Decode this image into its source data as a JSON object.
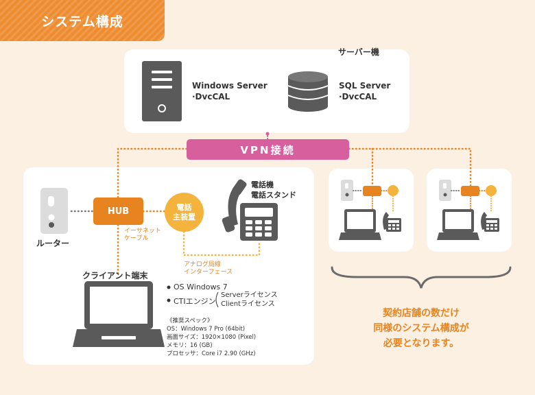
{
  "title": "システム構成",
  "server": {
    "label": "サーバー機",
    "windows_server": [
      "Windows Server",
      "·DvcCAL"
    ],
    "sql_server": [
      "SQL Server",
      "·DvcCAL"
    ]
  },
  "vpn": "VPN接続",
  "router": "ルーター",
  "hub": "HUB",
  "ethernet": [
    "イーサネット",
    "ケーブル"
  ],
  "pbx": [
    "電話",
    "主装置"
  ],
  "phone": [
    "電話機",
    "電話スタンド"
  ],
  "analog": [
    "アナログ局線",
    "インターフェース"
  ],
  "client": {
    "label": "クライアント端末",
    "os": "OS Windows 7",
    "cti": "CTIエンジン",
    "licenses": [
      "Serverライセンス",
      "Clientライセンス"
    ],
    "spec_lines": [
      "《推奨スペック》",
      "OS：Windows 7 Pro (64bit)",
      "画面サイズ：1920×1080 (Pixel)",
      "メモリ：16 (GB)",
      "プロセッサ：Core i7 2.90 (GHz)"
    ]
  },
  "caption": [
    "契約店舗の数だけ",
    "同様のシステム構成が",
    "必要となります。"
  ],
  "colors": {
    "orange": "#e8841f",
    "pink": "#d85f9d",
    "yellow": "#f4b33c",
    "background": "#fbf0e2",
    "device_gray": "#5a5a5a"
  }
}
